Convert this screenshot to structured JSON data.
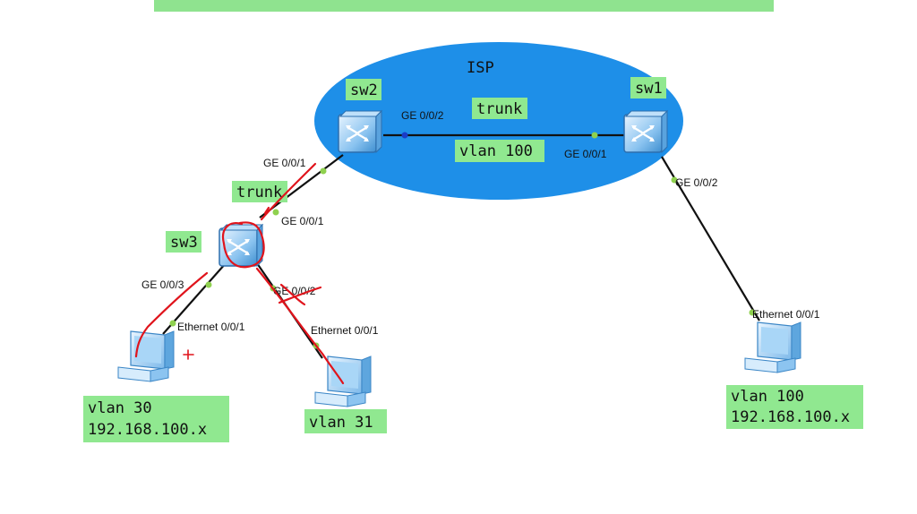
{
  "colors": {
    "banner": "#8fe38f",
    "isp_fill": "#1e8fe8",
    "label_bg": "#90e890",
    "link": "#111111",
    "port_dot": "#8fd14f",
    "port_dot_blue": "#1a3cc8",
    "annotation": "#e0141c"
  },
  "isp": {
    "label": "ISP",
    "trunk_label": "trunk",
    "vlan_label": "vlan 100"
  },
  "switches": {
    "sw2": {
      "name": "sw2",
      "icon": "switch-icon"
    },
    "sw1": {
      "name": "sw1",
      "icon": "switch-icon"
    },
    "sw3": {
      "name": "sw3",
      "icon": "switch-icon"
    }
  },
  "ports": {
    "sw2_ge002": "GE 0/0/2",
    "sw1_ge001": "GE 0/0/1",
    "sw2_ge001": "GE 0/0/1",
    "sw3_ge001": "GE 0/0/1",
    "sw1_ge002": "GE 0/0/2",
    "sw3_ge003": "GE 0/0/3",
    "sw3_ge002": "GE 0/0/2",
    "pc1_eth": "Ethernet 0/0/1",
    "pc2_eth": "Ethernet 0/0/1",
    "pc3_eth": "Ethernet 0/0/1"
  },
  "links": {
    "sw2_sw3_trunk": "trunk"
  },
  "hosts": {
    "pc1": {
      "icon": "pc-icon",
      "line1": "vlan 30",
      "line2": "192.168.100.x"
    },
    "pc2": {
      "icon": "pc-icon",
      "line1": "vlan 31"
    },
    "pc3": {
      "icon": "pc-icon",
      "line1": "vlan 100",
      "line2": "192.168.100.x"
    }
  }
}
